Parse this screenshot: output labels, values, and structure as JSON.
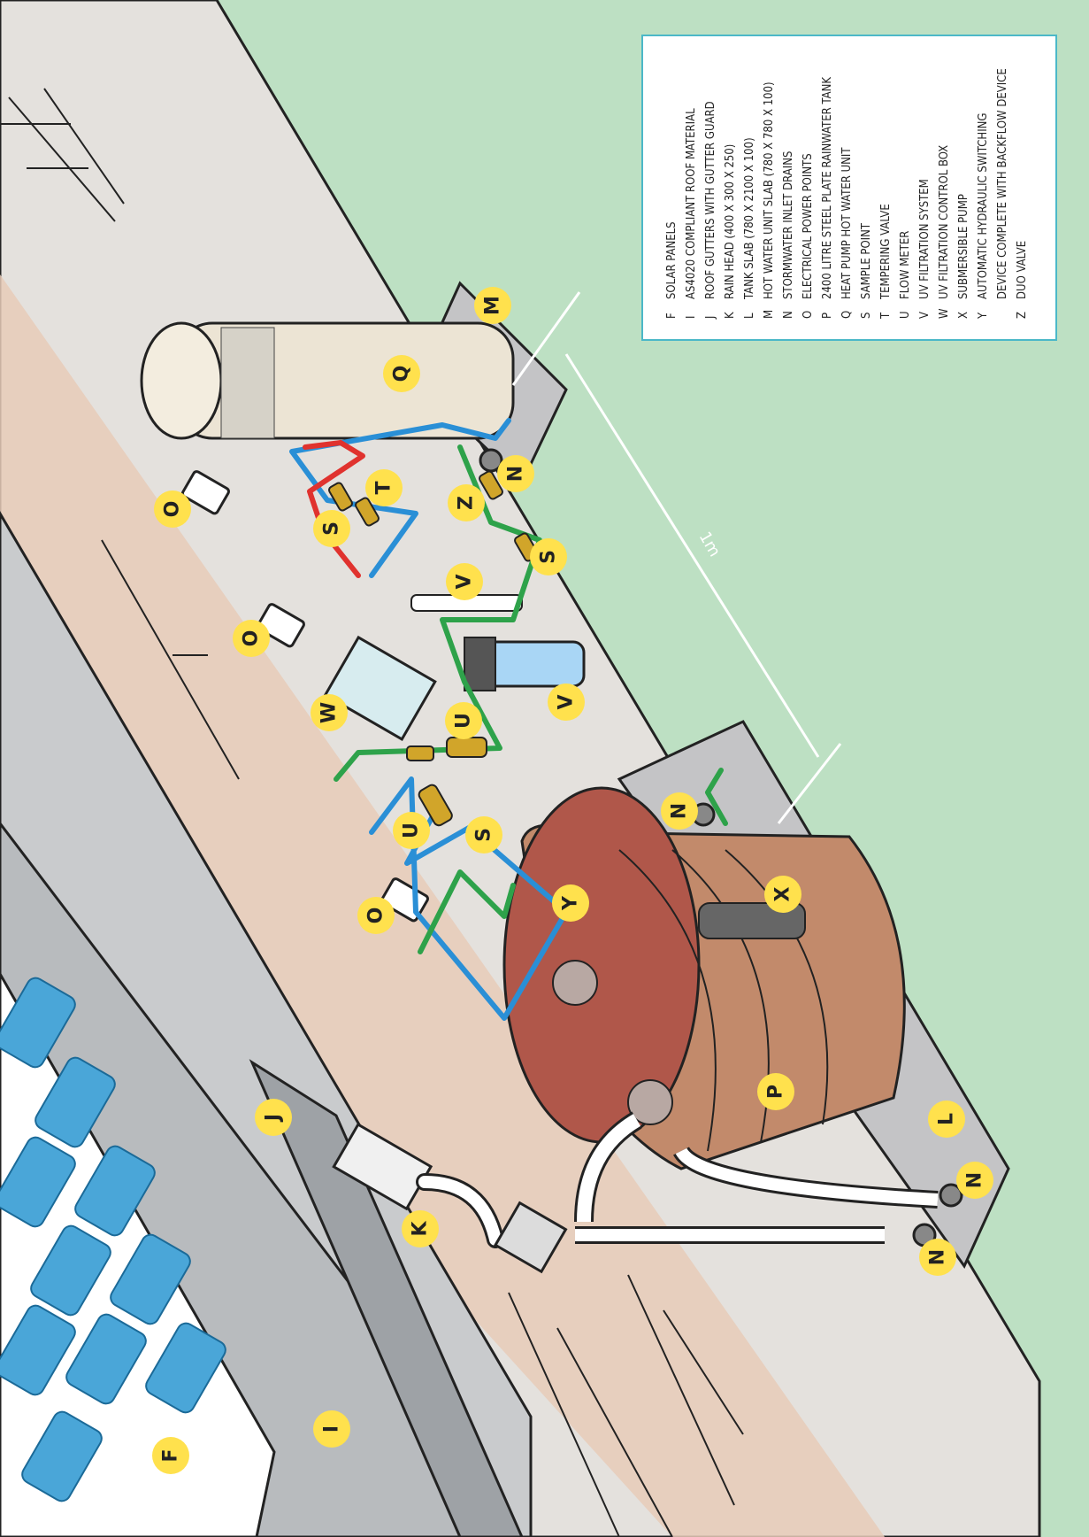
{
  "dimension_label": "1m",
  "callouts": [
    {
      "letter": "F"
    },
    {
      "letter": "I"
    },
    {
      "letter": "J"
    },
    {
      "letter": "K"
    },
    {
      "letter": "L"
    },
    {
      "letter": "M"
    },
    {
      "letter": "N"
    },
    {
      "letter": "N"
    },
    {
      "letter": "N"
    },
    {
      "letter": "N"
    },
    {
      "letter": "O"
    },
    {
      "letter": "O"
    },
    {
      "letter": "O"
    },
    {
      "letter": "P"
    },
    {
      "letter": "Q"
    },
    {
      "letter": "S"
    },
    {
      "letter": "S"
    },
    {
      "letter": "S"
    },
    {
      "letter": "T"
    },
    {
      "letter": "U"
    },
    {
      "letter": "U"
    },
    {
      "letter": "V"
    },
    {
      "letter": "V"
    },
    {
      "letter": "W"
    },
    {
      "letter": "X"
    },
    {
      "letter": "Y"
    },
    {
      "letter": "Z"
    }
  ],
  "legend": [
    {
      "code": "F",
      "text": "SOLAR PANELS"
    },
    {
      "code": "I",
      "text": "AS4020 COMPLIANT ROOF MATERIAL"
    },
    {
      "code": "J",
      "text": "ROOF GUTTERS WITH GUTTER GUARD"
    },
    {
      "code": "K",
      "text": "RAIN HEAD (400 X 300 X 250)"
    },
    {
      "code": "L",
      "text": "TANK SLAB (780 X 2100 X 100)"
    },
    {
      "code": "M",
      "text": "HOT WATER UNIT SLAB (780 X 780 X 100)"
    },
    {
      "code": "N",
      "text": "STORMWATER INLET DRAINS"
    },
    {
      "code": "O",
      "text": "ELECTRICAL POWER POINTS"
    },
    {
      "code": "P",
      "text": "2400 LITRE STEEL PLATE RAINWATER TANK"
    },
    {
      "code": "Q",
      "text": "HEAT PUMP HOT WATER UNIT"
    },
    {
      "code": "S",
      "text": "SAMPLE POINT"
    },
    {
      "code": "T",
      "text": "TEMPERING VALVE"
    },
    {
      "code": "U",
      "text": "FLOW METER"
    },
    {
      "code": "V",
      "text": "UV FILTRATION SYSTEM"
    },
    {
      "code": "W",
      "text": "UV FILTRATION CONTROL BOX"
    },
    {
      "code": "X",
      "text": "SUBMERSIBLE PUMP"
    },
    {
      "code": "Y",
      "text": "AUTOMATIC HYDRAULIC SWITCHING"
    },
    {
      "code": "",
      "text": "DEVICE COMPLETE WITH BACKFLOW DEVICE"
    },
    {
      "code": "Z",
      "text": "DUO VALVE"
    }
  ],
  "colors": {
    "background": "#bde0c3",
    "ground": "#e4e1dd",
    "roof": "#c9cbcd",
    "path": "#e8cbb9",
    "tank": "#b0574a",
    "hot_unit": "#ece4d4",
    "solar": "#4aa6d8",
    "cold_pipe": "#2a8fd6",
    "hot_pipe": "#e0322e",
    "filtered_pipe": "#2ea24a",
    "callout": "#ffe14d"
  },
  "icons": [
    "solar-panel-icon",
    "tank-icon",
    "heat-pump-icon",
    "uv-filter-icon",
    "power-point-icon",
    "valve-icon"
  ]
}
